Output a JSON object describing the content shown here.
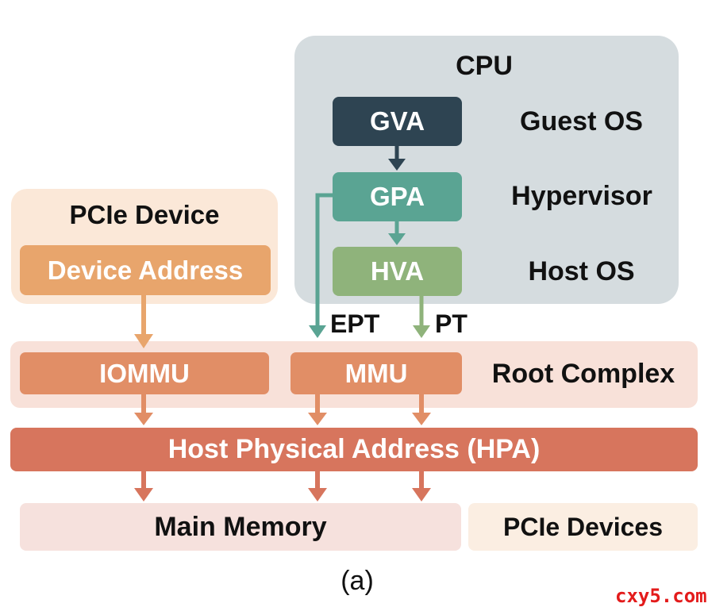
{
  "cpu": {
    "title": "CPU",
    "gva": "GVA",
    "gpa": "GPA",
    "hva": "HVA",
    "guest_os": "Guest OS",
    "hypervisor": "Hypervisor",
    "host_os": "Host OS"
  },
  "pcie_device": {
    "title": "PCIe Device",
    "address": "Device Address"
  },
  "edges": {
    "ept": "EPT",
    "pt": "PT"
  },
  "root_complex": {
    "iommu": "IOMMU",
    "mmu": "MMU",
    "label": "Root Complex"
  },
  "hpa": "Host Physical Address (HPA)",
  "main_memory": "Main Memory",
  "pcie_devices": "PCIe Devices",
  "caption": "(a)",
  "watermark": "cxy5.com",
  "colors": {
    "cpu_bg": "#d5dcdf",
    "gva": "#2e4452",
    "gpa": "#5aa493",
    "hva": "#8fb37b",
    "device_bg": "#fbe8d8",
    "device_addr": "#e8a56c",
    "root_bg": "#f8e1d9",
    "root_box": "#e18e66",
    "hpa_bar": "#d7755d",
    "memory_bg": "#f6e1dd",
    "pcie_devices_bg": "#fbeee2",
    "watermark": "#e31b1b"
  }
}
